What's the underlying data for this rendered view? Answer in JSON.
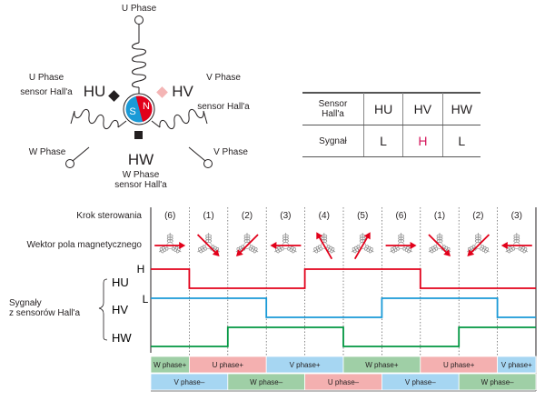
{
  "motor": {
    "phase_terminals": {
      "u": "U Phase",
      "v": "V Phase",
      "w": "W Phase"
    },
    "sensors": {
      "hu": {
        "label": "HU",
        "desc_line1": "U Phase",
        "desc_line2": "sensor Hall'a",
        "color": "#231f20"
      },
      "hv": {
        "label": "HV",
        "desc_line1": "V Phase",
        "desc_line2": "sensor Hall'a",
        "color": "#f4b5b5"
      },
      "hw": {
        "label": "HW",
        "desc_line1": "W Phase",
        "desc_line2": "sensor Hall'a",
        "color": "#231f20"
      }
    },
    "rotor": {
      "south": "S",
      "north": "N",
      "south_color": "#1a9ad7",
      "north_color": "#e2001a"
    }
  },
  "signal_table": {
    "header_label": [
      "Sensor",
      "Hall'a"
    ],
    "columns": [
      "HU",
      "HV",
      "HW"
    ],
    "row_label": "Sygnał",
    "values": [
      "L",
      "H",
      "L"
    ],
    "highlight_color": "#d4145a"
  },
  "timing": {
    "row_labels": {
      "steps": "Krok sterowania",
      "vector": "Wektor pola magnetycznego"
    },
    "level_labels": {
      "high": "H",
      "low": "L"
    },
    "group_label": [
      "Sygnały",
      "z sensorów Hall'a"
    ],
    "signal_names": [
      "HU",
      "HV",
      "HW"
    ],
    "steps": [
      "(6)",
      "(1)",
      "(2)",
      "(3)",
      "(4)",
      "(5)",
      "(6)",
      "(1)",
      "(2)",
      "(3)"
    ],
    "vector_angles_deg": [
      0,
      45,
      135,
      180,
      240,
      300,
      0,
      45,
      135,
      180
    ],
    "signals": {
      "HU": {
        "color": "#e2001a",
        "levels": [
          1,
          0,
          0,
          0,
          1,
          1,
          1,
          0,
          0,
          0
        ]
      },
      "HV": {
        "color": "#1a9ad7",
        "levels": [
          1,
          1,
          1,
          0,
          0,
          0,
          1,
          1,
          1,
          0
        ]
      },
      "HW": {
        "color": "#009640",
        "levels": [
          0,
          0,
          1,
          1,
          1,
          0,
          0,
          0,
          1,
          1
        ]
      }
    },
    "phase_plus": [
      {
        "label": "W phase+",
        "start": 0,
        "end": 1,
        "color": "#9fcfa6"
      },
      {
        "label": "U phase+",
        "start": 1,
        "end": 3,
        "color": "#f4b0b0"
      },
      {
        "label": "V phase+",
        "start": 3,
        "end": 5,
        "color": "#a6d6f2"
      },
      {
        "label": "W phase+",
        "start": 5,
        "end": 7,
        "color": "#9fcfa6"
      },
      {
        "label": "U phase+",
        "start": 7,
        "end": 9,
        "color": "#f4b0b0"
      },
      {
        "label": "V phase+",
        "start": 9,
        "end": 10,
        "color": "#a6d6f2"
      }
    ],
    "phase_minus": [
      {
        "label": "V phase–",
        "start": 0,
        "end": 2,
        "color": "#a6d6f2"
      },
      {
        "label": "W phase–",
        "start": 2,
        "end": 4,
        "color": "#9fcfa6"
      },
      {
        "label": "U phase–",
        "start": 4,
        "end": 6,
        "color": "#f4b0b0"
      },
      {
        "label": "V phase–",
        "start": 6,
        "end": 8,
        "color": "#a6d6f2"
      },
      {
        "label": "W phase–",
        "start": 8,
        "end": 10,
        "color": "#9fcfa6"
      }
    ]
  }
}
